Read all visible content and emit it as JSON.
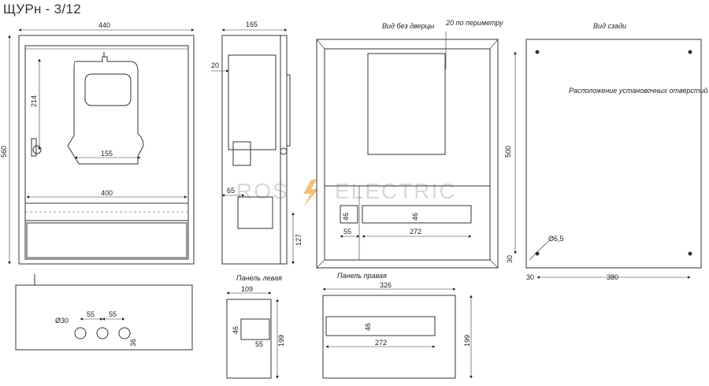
{
  "title": "ЩУРн - 3/12",
  "watermark": {
    "left": "ROS",
    "right": "ELECTRIC",
    "color": "#d9d9d9"
  },
  "front_view": {
    "width": "440",
    "height": "560",
    "meter_height": "214",
    "meter_width": "155",
    "inner_width": "400"
  },
  "side_view": {
    "depth": "165",
    "offset": "20",
    "din_offset": "65",
    "bottom": "127"
  },
  "no_door_view": {
    "label": "Вид без дверцы",
    "perimeter": "20 по периметру",
    "h1": "46",
    "h2": "46",
    "w1": "55",
    "w2": "272"
  },
  "rear_view": {
    "label": "Вид сзади",
    "holes_note": "Расположение установочных отверстий",
    "height": "500",
    "hole_dia": "Ø6,5",
    "offset_v": "30",
    "offset_h": "30",
    "spacing": "380"
  },
  "bottom_view": {
    "hole_dia": "Ø30",
    "spacing1": "55",
    "spacing2": "55",
    "edge": "36"
  },
  "left_panel": {
    "label": "Панель левая",
    "width": "109",
    "h": "46",
    "w": "55",
    "height": "199"
  },
  "right_panel": {
    "label": "Панель правая",
    "width": "326",
    "h": "46",
    "w": "272",
    "height": "199"
  }
}
